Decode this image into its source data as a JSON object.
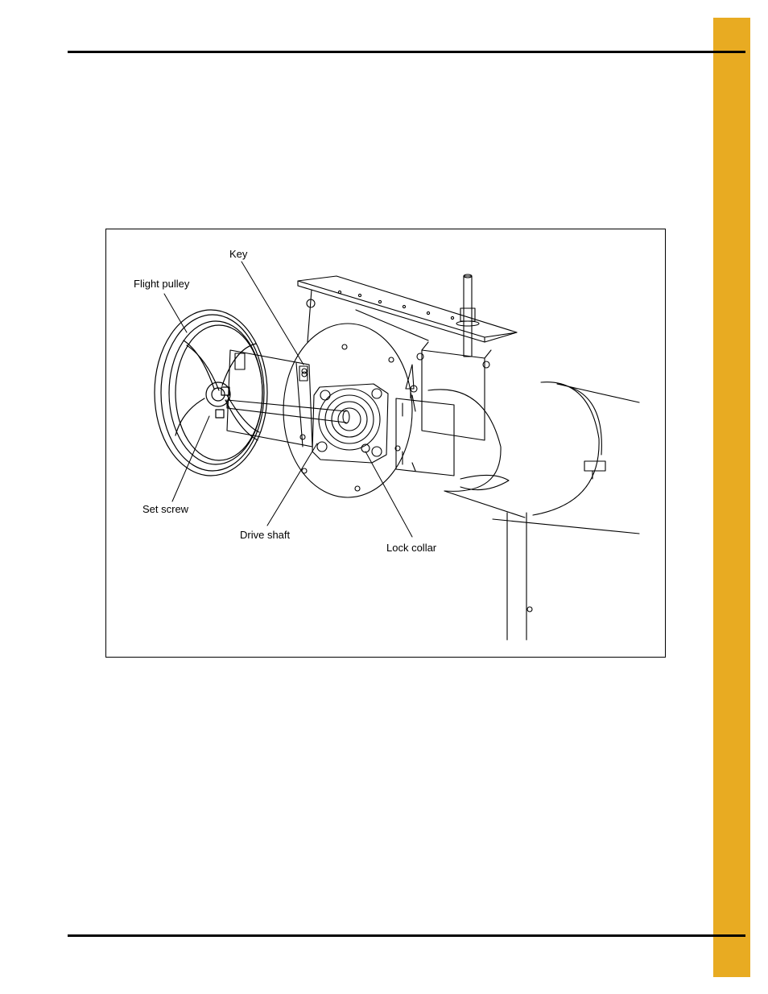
{
  "figure": {
    "callouts": {
      "key": "Key",
      "flight_pulley": "Flight pulley",
      "set_screw": "Set screw",
      "drive_shaft": "Drive shaft",
      "lock_collar": "Lock collar"
    }
  },
  "colors": {
    "tab": "#e8ab22",
    "rule": "#000000"
  }
}
